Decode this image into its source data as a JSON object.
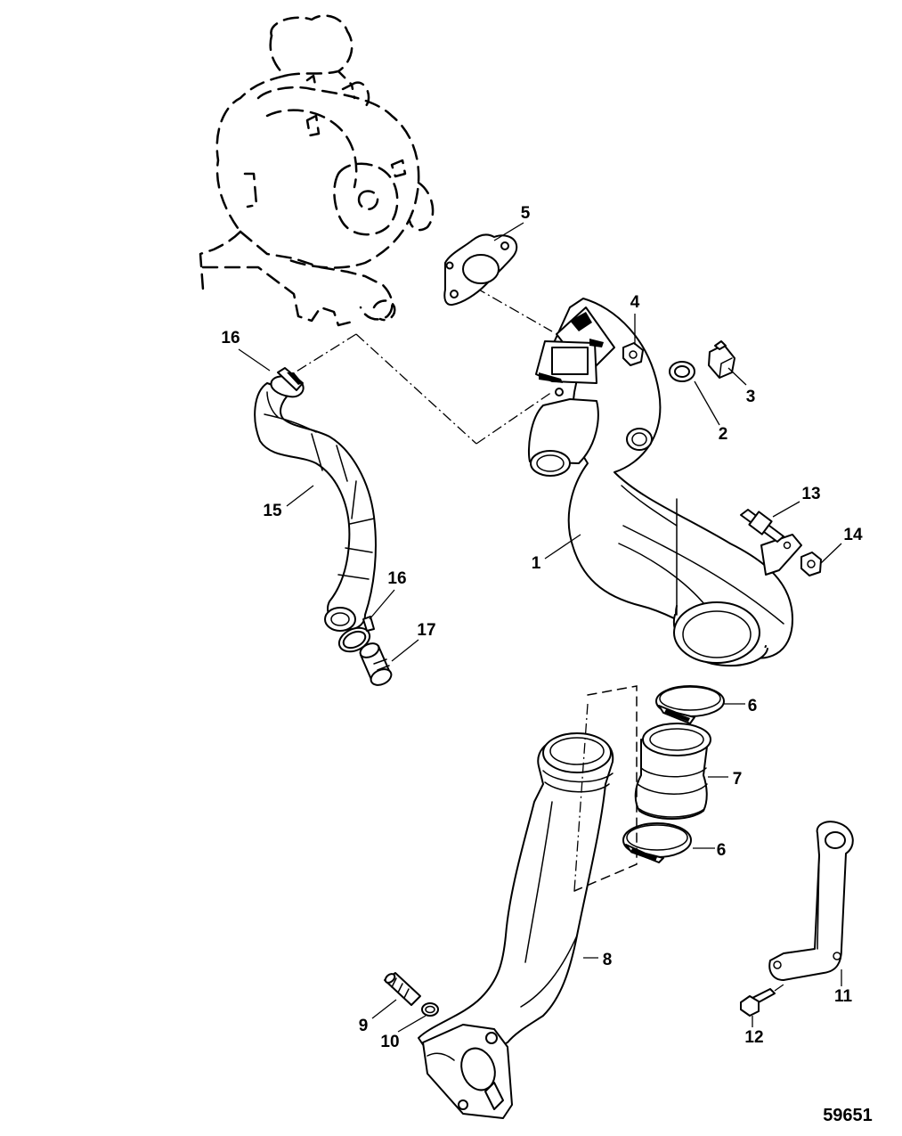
{
  "figure_number": "59651",
  "callouts": [
    {
      "id": "1",
      "label": "1"
    },
    {
      "id": "2",
      "label": "2"
    },
    {
      "id": "3",
      "label": "3"
    },
    {
      "id": "4",
      "label": "4"
    },
    {
      "id": "5",
      "label": "5"
    },
    {
      "id": "6a",
      "label": "6"
    },
    {
      "id": "6b",
      "label": "6"
    },
    {
      "id": "7",
      "label": "7"
    },
    {
      "id": "8",
      "label": "8"
    },
    {
      "id": "9",
      "label": "9"
    },
    {
      "id": "10",
      "label": "10"
    },
    {
      "id": "11",
      "label": "11"
    },
    {
      "id": "12",
      "label": "12"
    },
    {
      "id": "13",
      "label": "13"
    },
    {
      "id": "14",
      "label": "14"
    },
    {
      "id": "15",
      "label": "15"
    },
    {
      "id": "16a",
      "label": "16"
    },
    {
      "id": "16b",
      "label": "16"
    },
    {
      "id": "17",
      "label": "17"
    }
  ]
}
